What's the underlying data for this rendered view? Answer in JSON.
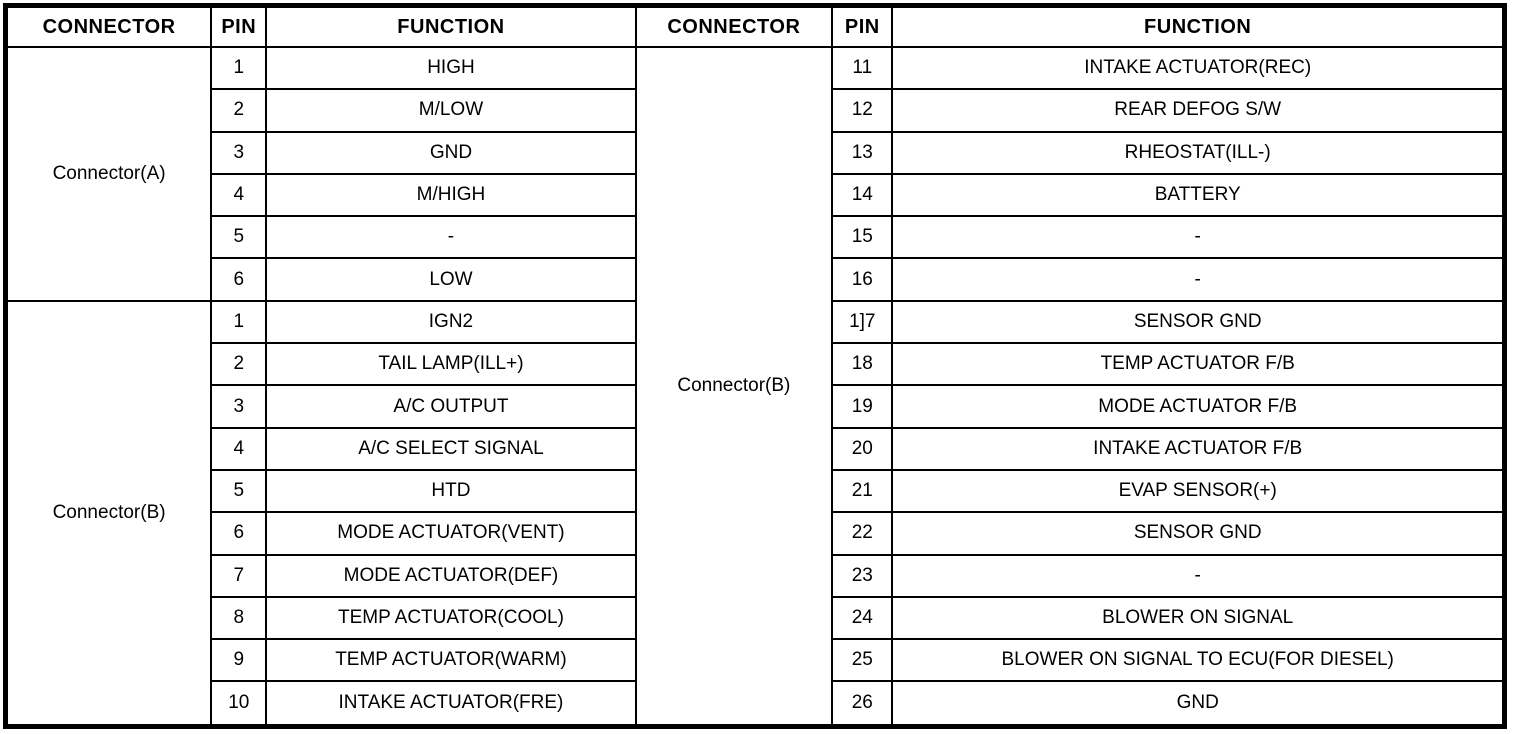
{
  "table": {
    "headers": {
      "left_connector": "CONNECTOR",
      "left_pin": "PIN",
      "left_function": "FUNCTION",
      "right_connector": "CONNECTOR",
      "right_pin": "PIN",
      "right_function": "FUNCTION"
    },
    "left": {
      "groups": [
        {
          "connector": "Connector(A)",
          "rows": [
            {
              "pin": "1",
              "function": "HIGH"
            },
            {
              "pin": "2",
              "function": "M/LOW"
            },
            {
              "pin": "3",
              "function": "GND"
            },
            {
              "pin": "4",
              "function": "M/HIGH"
            },
            {
              "pin": "5",
              "function": "-"
            },
            {
              "pin": "6",
              "function": "LOW"
            }
          ]
        },
        {
          "connector": "Connector(B)",
          "rows": [
            {
              "pin": "1",
              "function": "IGN2"
            },
            {
              "pin": "2",
              "function": "TAIL LAMP(ILL+)"
            },
            {
              "pin": "3",
              "function": "A/C OUTPUT"
            },
            {
              "pin": "4",
              "function": "A/C SELECT SIGNAL"
            },
            {
              "pin": "5",
              "function": "HTD"
            },
            {
              "pin": "6",
              "function": "MODE ACTUATOR(VENT)"
            },
            {
              "pin": "7",
              "function": "MODE ACTUATOR(DEF)"
            },
            {
              "pin": "8",
              "function": "TEMP ACTUATOR(COOL)"
            },
            {
              "pin": "9",
              "function": "TEMP ACTUATOR(WARM)"
            },
            {
              "pin": "10",
              "function": "INTAKE ACTUATOR(FRE)"
            }
          ]
        }
      ]
    },
    "right": {
      "groups": [
        {
          "connector": "Connector(B)",
          "rows": [
            {
              "pin": "11",
              "function": "INTAKE ACTUATOR(REC)"
            },
            {
              "pin": "12",
              "function": "REAR DEFOG S/W"
            },
            {
              "pin": "13",
              "function": "RHEOSTAT(ILL-)"
            },
            {
              "pin": "14",
              "function": "BATTERY"
            },
            {
              "pin": "15",
              "function": "-"
            },
            {
              "pin": "16",
              "function": "-"
            },
            {
              "pin": "1]7",
              "function": "SENSOR GND"
            },
            {
              "pin": "18",
              "function": "TEMP ACTUATOR F/B"
            },
            {
              "pin": "19",
              "function": "MODE ACTUATOR F/B"
            },
            {
              "pin": "20",
              "function": "INTAKE ACTUATOR F/B"
            },
            {
              "pin": "21",
              "function": "EVAP SENSOR(+)"
            },
            {
              "pin": "22",
              "function": "SENSOR GND"
            },
            {
              "pin": "23",
              "function": "-"
            },
            {
              "pin": "24",
              "function": "BLOWER ON SIGNAL"
            },
            {
              "pin": "25",
              "function": "BLOWER ON SIGNAL TO ECU(FOR DIESEL)"
            },
            {
              "pin": "26",
              "function": "GND"
            }
          ]
        }
      ]
    }
  }
}
